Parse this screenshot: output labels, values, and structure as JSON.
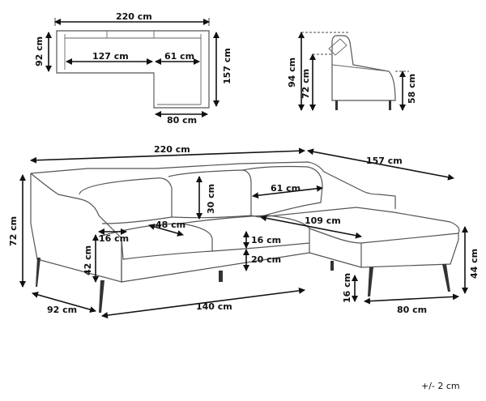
{
  "labels": {
    "top_width": "220 cm",
    "top_depth": "92 cm",
    "top_127": "127 cm",
    "top_61": "61 cm",
    "top_157": "157 cm",
    "top_80": "80 cm",
    "side_94": "94 cm",
    "side_72": "72 cm",
    "side_58": "58 cm",
    "main_220": "220 cm",
    "main_157": "157 cm",
    "main_72": "72 cm",
    "main_30": "30 cm",
    "main_61": "61 cm",
    "main_109": "109 cm",
    "main_48": "48 cm",
    "main_16_arm": "16 cm",
    "main_42": "42 cm",
    "main_16_seat": "16 cm",
    "main_20": "20 cm",
    "main_92": "92 cm",
    "main_140": "140 cm",
    "main_44": "44 cm",
    "main_16_leg": "16 cm",
    "main_80": "80 cm",
    "tolerance": "+/- 2 cm"
  }
}
